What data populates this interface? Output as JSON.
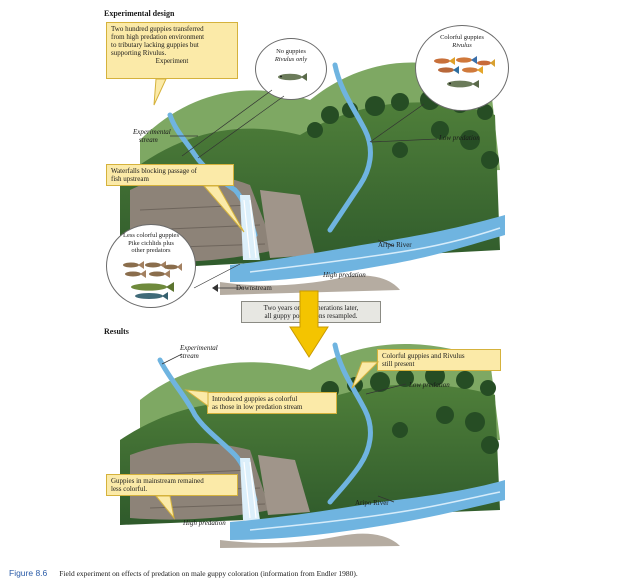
{
  "top_panel": {
    "title": "Experimental design",
    "experiment_box": {
      "lines": [
        "Two hundred guppies transferred",
        "from high predation environment",
        "to tributary lacking guppies but",
        "supporting Rivulus."
      ],
      "tag": "Experiment"
    },
    "no_guppies_circle": {
      "line1": "No guppies",
      "line2": "Rivulus only"
    },
    "colorful_circle": {
      "line1": "Colorful guppies",
      "line2": "Rivulus"
    },
    "less_colorful_circle": {
      "line1": "Less colorful guppies",
      "line2": "Pike cichlids plus",
      "line3": "other predators"
    },
    "experimental_stream_label": {
      "line1": "Experimental",
      "line2": "stream"
    },
    "low_predation_label": "Low predation",
    "waterfalls_box": {
      "line1": "Waterfalls blocking passage of",
      "line2": "fish upstream"
    },
    "aripo_label": "Aripo River",
    "high_predation_label": "High predation",
    "downstream_label": "Downstream"
  },
  "transition_box": {
    "line1": "Two years or 15 generations later,",
    "line2": "all guppy populations resampled."
  },
  "bottom_panel": {
    "title": "Results",
    "experimental_stream_label": {
      "line1": "Experimental",
      "line2": "stream"
    },
    "colorful_box": {
      "line1": "Colorful guppies and Rivulus",
      "line2": "still present"
    },
    "low_predation_label": "Low predation",
    "introduced_box": {
      "line1": "Introduced guppies as colorful",
      "line2": "as those in low predation stream"
    },
    "mainstream_box": {
      "line1": "Guppies in mainstream remained",
      "line2": "less colorful."
    },
    "aripo_label": "Aripo River",
    "high_predation_label": "High predation"
  },
  "caption": {
    "figure": "Figure 8.6",
    "text": "Field experiment on effects of predation on male guppy coloration (information from Endler 1980)."
  },
  "colors": {
    "note_fill": "#fbeaa8",
    "note_border": "#d5b23c",
    "arrow_yellow": "#f4c400",
    "water": "#6fb4e0",
    "forest_dark": "#2f5e2e",
    "forest_light": "#6e9b47",
    "caption_blue": "#2b5ca8"
  }
}
